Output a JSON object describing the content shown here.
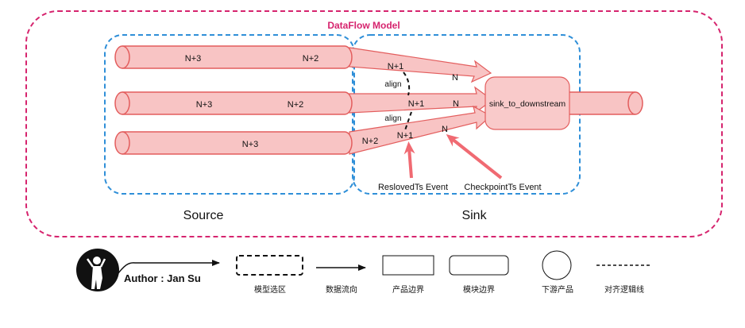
{
  "model": {
    "title": "DataFlow Model",
    "source_label": "Source",
    "sink_label": "Sink",
    "pipe1": {
      "left": "N+3",
      "right": "N+2"
    },
    "pipe2": {
      "left": "N+3",
      "right": "N+2"
    },
    "pipe3": {
      "left": "N+3"
    },
    "arrow1": {
      "a": "N+1",
      "b": "N"
    },
    "arrow2": {
      "a": "N+1",
      "b": "N"
    },
    "arrow3": {
      "a": "N+2",
      "b": "N+1",
      "c": "N"
    },
    "align1": "align",
    "align2": "align",
    "sink_node": "sink_to_downstream",
    "resolved_event": "ReslovedTs Event",
    "checkpoint_event": "CheckpointTs Event"
  },
  "legend": {
    "author": "Author : Jan Su",
    "model_area": "模型选区",
    "data_flow": "数据流向",
    "product_boundary": "产品边界",
    "module_boundary": "模块边界",
    "downstream": "下游产品",
    "align_line": "对齐逻辑线"
  },
  "colors": {
    "model_border": "#d6246e",
    "title": "#d6246e",
    "zone_border": "#2f8fd8",
    "pipe_fill": "#f8c4c4",
    "pipe_stroke": "#e35d5d",
    "sink_fill": "#f9caca",
    "event_arrow": "#f06a72"
  }
}
